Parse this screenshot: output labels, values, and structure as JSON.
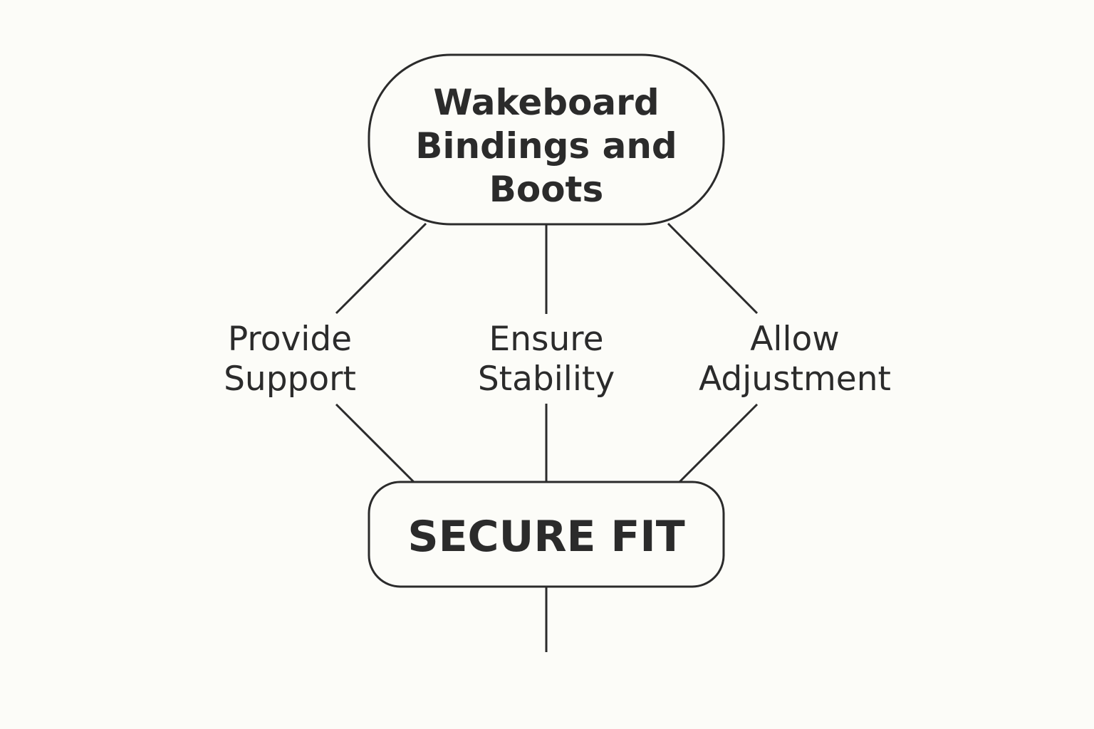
{
  "diagram": {
    "top_node": {
      "lines": [
        "Wakeboard",
        "Bindings and",
        "Boots"
      ]
    },
    "branches": [
      {
        "lines": [
          "Provide",
          "Support"
        ]
      },
      {
        "lines": [
          "Ensure",
          "Stability"
        ]
      },
      {
        "lines": [
          "Allow",
          "Adjustment"
        ]
      }
    ],
    "bottom_node": {
      "label": "SECURE FIT"
    },
    "colors": {
      "stroke": "#2b2b2b",
      "text": "#2b2b2b",
      "background": "#fcfcf8"
    }
  }
}
